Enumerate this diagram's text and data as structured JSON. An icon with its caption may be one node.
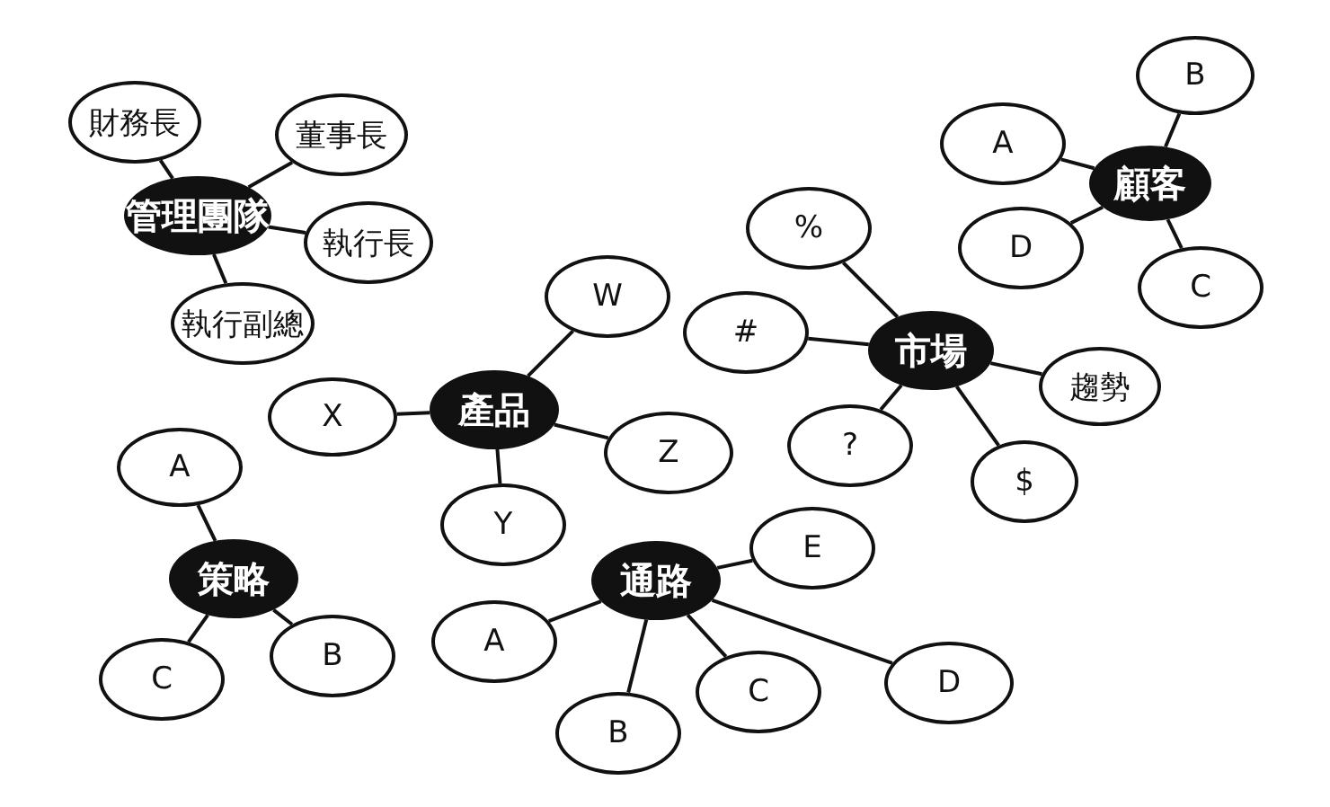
{
  "diagram": {
    "nodes": [
      {
        "text": [
          "財務長"
        ]
      },
      {
        "text": [
          "董事長"
        ]
      },
      {
        "text": [
          "管理團隊"
        ]
      },
      {
        "text": [
          "執行長"
        ]
      },
      {
        "text": [
          "執行副總"
        ]
      },
      {
        "text": [
          "B"
        ]
      },
      {
        "text": [
          "A"
        ]
      },
      {
        "text": [
          "顧客"
        ]
      },
      {
        "text": [
          "D"
        ]
      },
      {
        "text": [
          "C"
        ]
      },
      {
        "text": [
          "%"
        ]
      },
      {
        "text": [
          "W"
        ]
      },
      {
        "text": [
          "#"
        ]
      },
      {
        "text": [
          "市場"
        ]
      },
      {
        "text": [
          "趨勢"
        ]
      },
      {
        "text": [
          "X"
        ]
      },
      {
        "text": [
          "產品"
        ]
      },
      {
        "text": [
          "Z"
        ]
      },
      {
        "text": [
          "?"
        ]
      },
      {
        "text": [
          "$"
        ]
      },
      {
        "text": [
          "A"
        ]
      },
      {
        "text": [
          "Y"
        ]
      },
      {
        "text": [
          "E"
        ]
      },
      {
        "text": [
          "策略"
        ]
      },
      {
        "text": [
          "通路"
        ]
      },
      {
        "text": [
          "A"
        ]
      },
      {
        "text": [
          "B"
        ]
      },
      {
        "text": [
          "C"
        ]
      },
      {
        "text": [
          "C"
        ]
      },
      {
        "text": [
          "D"
        ]
      },
      {
        "text": [
          "B"
        ]
      }
    ],
    "edges": [
      {
        "from": 2,
        "to": 0,
        "arrow": "none"
      },
      {
        "from": 2,
        "to": 1,
        "arrow": "none"
      },
      {
        "from": 2,
        "to": 3,
        "arrow": "none"
      },
      {
        "from": 2,
        "to": 4,
        "arrow": "none"
      },
      {
        "from": 7,
        "to": 5,
        "arrow": "none"
      },
      {
        "from": 7,
        "to": 6,
        "arrow": "none"
      },
      {
        "from": 7,
        "to": 8,
        "arrow": "none"
      },
      {
        "from": 7,
        "to": 9,
        "arrow": "none"
      },
      {
        "from": 13,
        "to": 10,
        "arrow": "none"
      },
      {
        "from": 13,
        "to": 12,
        "arrow": "none"
      },
      {
        "from": 13,
        "to": 14,
        "arrow": "none"
      },
      {
        "from": 13,
        "to": 18,
        "arrow": "none"
      },
      {
        "from": 13,
        "to": 19,
        "arrow": "none"
      },
      {
        "from": 16,
        "to": 11,
        "arrow": "none"
      },
      {
        "from": 16,
        "to": 15,
        "arrow": "none"
      },
      {
        "from": 16,
        "to": 17,
        "arrow": "none"
      },
      {
        "from": 16,
        "to": 21,
        "arrow": "none"
      },
      {
        "from": 23,
        "to": 20,
        "arrow": "none"
      },
      {
        "from": 23,
        "to": 26,
        "arrow": "none"
      },
      {
        "from": 23,
        "to": 27,
        "arrow": "none"
      },
      {
        "from": 24,
        "to": 22,
        "arrow": "none"
      },
      {
        "from": 24,
        "to": 25,
        "arrow": "none"
      },
      {
        "from": 24,
        "to": 28,
        "arrow": "none"
      },
      {
        "from": 24,
        "to": 29,
        "arrow": "none"
      },
      {
        "from": 24,
        "to": 30,
        "arrow": "none"
      }
    ]
  }
}
